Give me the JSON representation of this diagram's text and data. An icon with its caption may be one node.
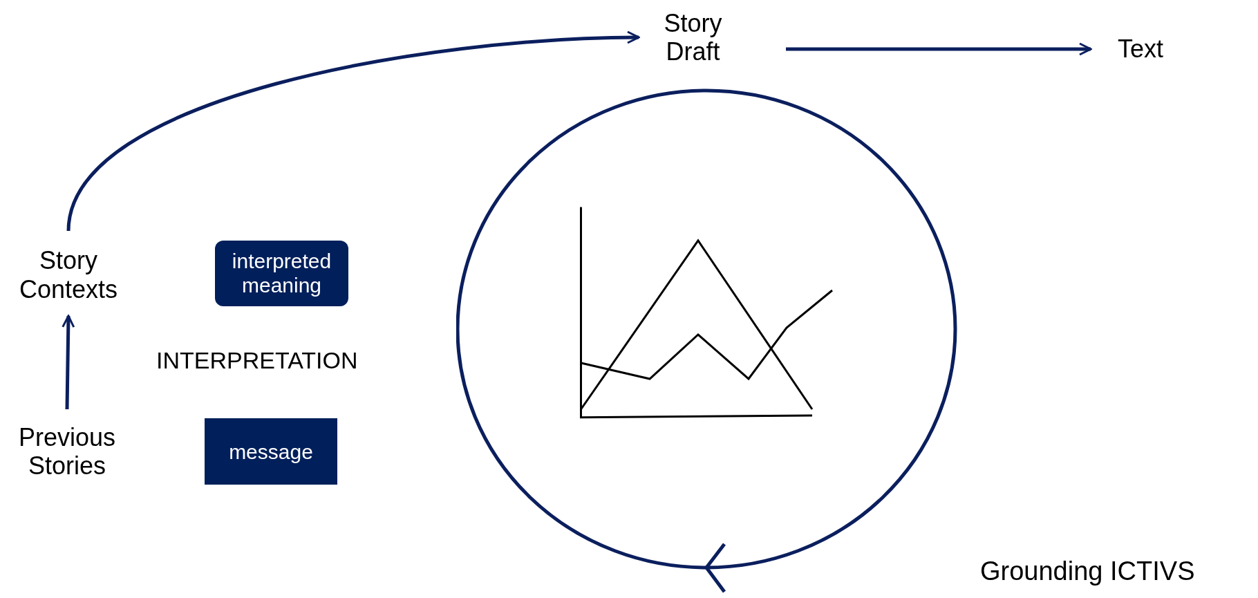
{
  "diagram": {
    "nodes": [
      {
        "text": [
          "Story Draft"
        ]
      },
      {
        "text": [
          "Text"
        ]
      },
      {
        "text": [
          "Story Contexts"
        ]
      },
      {
        "text": [
          "interpreted meaning"
        ]
      },
      {
        "text": [
          "Previous Stories"
        ]
      },
      {
        "text": [
          "message"
        ]
      },
      {
        "text": [],
        "shape": "circle"
      },
      {
        "text": [],
        "shape": "picture",
        "in": 6
      }
    ],
    "edges": [
      {
        "from": 2,
        "to": 0,
        "arrow": "to"
      },
      {
        "from": 0,
        "to": 1,
        "arrow": "to"
      },
      {
        "from": 4,
        "to": 2,
        "arrow": "to"
      }
    ],
    "labels": [
      "INTERPRETATION",
      "Grounding ICTIVS"
    ]
  }
}
